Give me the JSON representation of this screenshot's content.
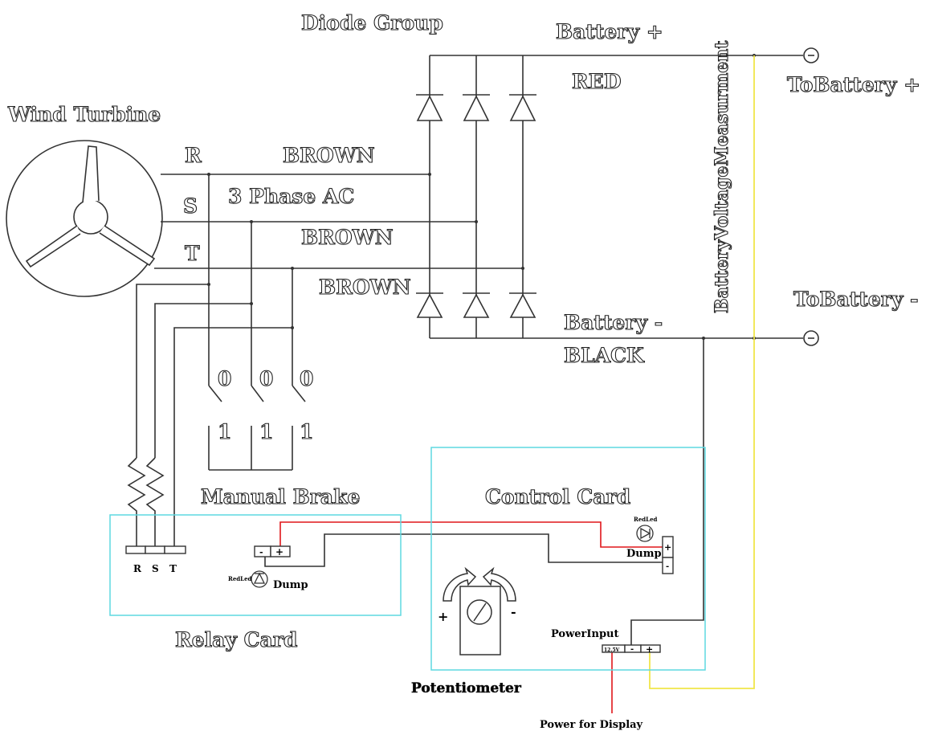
{
  "labels": {
    "wind_turbine": "Wind Turbine",
    "diode_group": "Diode Group",
    "battery_plus": "Battery +",
    "red": "RED",
    "to_battery_plus": "ToBattery +",
    "to_battery_minus": "ToBattery -",
    "battery_minus": "Battery -",
    "black": "BLACK",
    "battery_voltage": "BatteryVoltageMeasurment",
    "r": "R",
    "s": "S",
    "t": "T",
    "brown_1": "BROWN",
    "three_phase": "3 Phase AC",
    "brown_2": "BROWN",
    "brown_3": "BROWN",
    "switch_off_1": "0",
    "switch_off_2": "0",
    "switch_off_3": "0",
    "switch_on_1": "1",
    "switch_on_2": "1",
    "switch_on_3": "1",
    "manual_brake": "Manual Brake",
    "control_card": "Control Card",
    "relay_card": "Relay Card",
    "potentiometer": "Potentiometer",
    "power_input": "PowerInput",
    "power_for_display": "Power for Display",
    "dump_relay": "Dump",
    "dump_control": "Dump",
    "redled_relay": "RedLed",
    "redled_control": "RedLed",
    "relay_r": "R",
    "relay_s": "S",
    "relay_t": "T",
    "v12": "12.5V",
    "plus": "+",
    "minus": "-",
    "pot_plus": "+",
    "pot_minus": "-"
  },
  "colors": {
    "wire": "#333333",
    "red_wire": "#e0161a",
    "yellow_wire": "#f0e64a",
    "card_border": "#5ed8e0"
  }
}
